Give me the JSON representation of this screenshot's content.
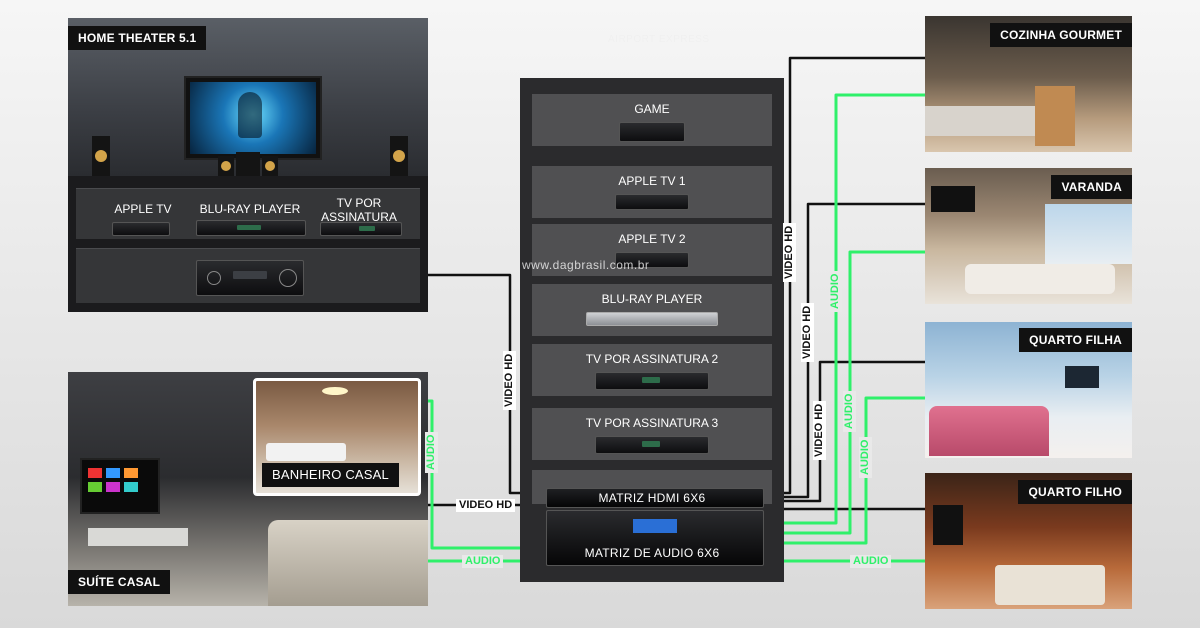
{
  "rooms": {
    "home_theater": {
      "label": "HOME THEATER 5.1",
      "devices": [
        "APPLE TV",
        "BLU-RAY PLAYER",
        "TV POR ASSINATURA"
      ]
    },
    "suite": {
      "label": "SUÍTE CASAL",
      "inset_label": "BANHEIRO CASAL"
    },
    "cozinha": {
      "label": "COZINHA GOURMET"
    },
    "varanda": {
      "label": "VARANDA"
    },
    "quarto_filha": {
      "label": "QUARTO FILHA"
    },
    "quarto_filho": {
      "label": "QUARTO FILHO"
    }
  },
  "rack": {
    "top_label": "AIRPORT EXPRESS",
    "slots": [
      "GAME",
      "APPLE TV 1",
      "APPLE TV 2",
      "BLU-RAY PLAYER",
      "TV POR ASSINATURA 2",
      "TV POR ASSINATURA 3"
    ],
    "hdmi_matrix": "MATRIZ HDMI 6X6",
    "audio_matrix": "MATRIZ DE AUDIO 6X6"
  },
  "wire_labels": {
    "video": "VIDEO HD",
    "audio": "AUDIO"
  },
  "watermark": "www.dagbrasil.com.br",
  "colors": {
    "audio_wire": "#2ff06a",
    "video_wire": "#111111",
    "rack": "#2b2b2d",
    "slot": "#505052"
  }
}
